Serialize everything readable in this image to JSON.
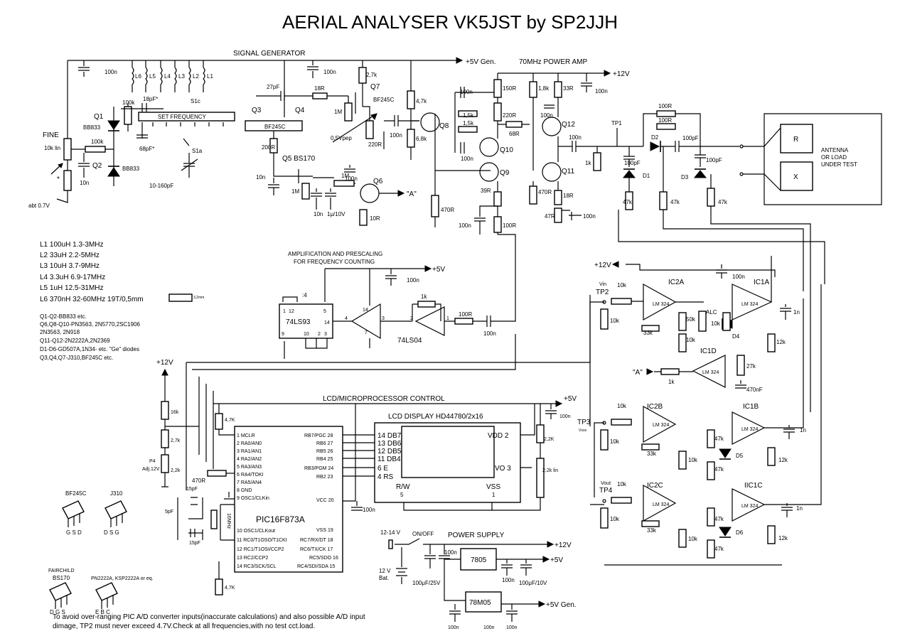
{
  "title": "AERIAL ANALYSER VK5JST by SP2JJH",
  "sections": {
    "signal_generator": "SIGNAL GENERATOR",
    "power_amp": "70MHz POWER AMP",
    "prescaler_line1": "AMPLIFICATION AND PRESCALING",
    "prescaler_line2": "FOR FREQUENCY COUNTING",
    "lcd_control": "LCD/MICROPROCESSOR CONTROL",
    "power_supply": "POWER SUPPLY",
    "set_frequency": "SET FREQUENCY"
  },
  "rails": {
    "p5v_gen": "+5V Gen.",
    "p12v": "+12V",
    "p5v": "+5V",
    "p12v_dc": "+12V"
  },
  "coil_table": [
    "L1 100uH 1.3-3MHz",
    "L2 33uH 2.2-5MHz",
    "L3 10uH 3.7-9MHz",
    "L4 3.3uH 6.9-17MHz",
    "L5 1uH 12.5-31MHz",
    "L6 370nH 32-60MHz  19T/0,5mm"
  ],
  "coil_form": "3,2mm",
  "parts_notes": [
    "Q1-Q2-BB833 etc.",
    "Q6,Q8-Q10-PN3563, 2N5770,2SC1906",
    "2N3563, 2N918",
    "Q11-Q12-2N2222A,2N2369",
    "D1-D6-GD507A,1N34- etc. \"Ge\" diodes",
    "Q3,Q4,Q7-J310,BF245C etc."
  ],
  "footnote": [
    "To avoid over-ranging PIC A/D converter inputs(inaccurate calculations) and also possible A/D input",
    "dimage, TP2 must never exceed 4.7V.Check at all frequencies,with no test cct.load."
  ],
  "antenna_label": [
    "ANTENNA",
    "OR LOAD",
    "UNDER TEST"
  ],
  "bridge": {
    "r": "R",
    "x": "X"
  },
  "generator_labels": {
    "fine": "FINE",
    "pot_fine": "10k lin",
    "abt": "abt 0.7V",
    "star": "*",
    "c100n_a": "100n",
    "c100k_a": "100k",
    "c100k_b": "100k",
    "c10n_a": "10n",
    "q1": "Q1",
    "q1_type": "BB833",
    "q2": "Q2",
    "q2_type": "BB833",
    "c18pf": "18pF*",
    "c68pf": "68pF*",
    "cap_var": "10-160pF",
    "s1c": "S1c",
    "s1a": "S1a",
    "l6": "L6",
    "l5": "L5",
    "l4": "L4",
    "l3": "L3",
    "l2": "L2",
    "l1": "L1",
    "c100n_b": "100n",
    "c27pf": "27pF",
    "r18r": "18R",
    "q3": "Q3",
    "q4": "Q4",
    "q3_type": "BF245C",
    "r200r": "200R",
    "q5": "Q5 BS170",
    "r1m_a": "1M",
    "r1m_b": "1M",
    "r1m_c": "1M",
    "c10n_b": "10n",
    "c10n_c": "10n",
    "c1u": "1μ/10V",
    "r10r": "10R",
    "c100n_c": "100n",
    "q6": "Q6",
    "a_out": "\"A\"",
    "r2k7": "2,7k",
    "q7": "Q7",
    "q7_type": "BF245C",
    "r220r_a": "220R",
    "vpep": "0,5Vpep",
    "c100n_d": "100n",
    "r4k7": "4,7k",
    "r6k8": "6,8k",
    "q8": "Q8"
  },
  "amp_labels": {
    "c100n_e": "100n",
    "r1k5_a": "1,5k",
    "r1k5_b": "1,5k",
    "c100n_f": "100n",
    "q10": "Q10",
    "q9": "Q9",
    "r150r": "150R",
    "r220r_b": "220R",
    "r68r": "68R",
    "r470r_a": "470R",
    "r39r": "39R",
    "c100n_g": "100n",
    "r100r_a": "100R",
    "r1k8": "1,8k",
    "r33r": "33R",
    "c100n_h": "100n",
    "c100n_i": "100n",
    "q12": "Q12",
    "q11": "Q11",
    "r470r_b": "470R",
    "r18r_b": "18R",
    "r47r": "47R",
    "c100n_j": "100n",
    "c100n_k": "100n",
    "r1k": "1k",
    "tp1": "TP1",
    "c100pf_a": "100pF",
    "d1": "D1",
    "d2": "D2",
    "r100r_b": "100R",
    "r100r_c": "100R",
    "c100pf_b": "100pF",
    "d3": "D3",
    "c100pf_c": "100pF",
    "r47k_a": "47k",
    "r47k_b": "47k",
    "r47k_c": "47k"
  },
  "prescaler_labels": {
    "div4": ":4",
    "ic_74ls93": "74LS93",
    "ic_74ls04": "74LS04",
    "c100n": "100n",
    "r1k": "1k",
    "r100r": "100R",
    "c100n_b": "100n",
    "pins": [
      "1",
      "12",
      "5",
      "14",
      "9",
      "10",
      "2",
      "3"
    ],
    "inv_pins": [
      "14",
      "4",
      "7",
      "3",
      "2",
      "1"
    ]
  },
  "detector_labels": {
    "vin": "Vin",
    "tp2": "TP2",
    "r10k_a": "10k",
    "r10k_b": "10k",
    "ic2a": "IC2A",
    "ic1a": "IC1A",
    "lm": "LM 324",
    "alc": "ALC",
    "r50k": "50k",
    "r33k_a": "33k",
    "r10k_c": "10k",
    "r10k_d": "10k",
    "d4": "D4",
    "r12k_a": "12k",
    "c1n_a": "1n",
    "ic1d": "IC1D",
    "a_in": "\"A\"",
    "r1k": "1k",
    "r27k": "27k",
    "c470nf": "470nF",
    "tp3": "TP3",
    "vsox": "Vsox",
    "ic2b": "IC2B",
    "ic1b": "IC1B",
    "r10k_e": "10k",
    "r10k_f": "10k",
    "r33k_b": "33k",
    "r10k_g": "10k",
    "r47k_d": "47k",
    "r47k_e": "47k",
    "d5": "D5",
    "r12k_b": "12k",
    "c1n_b": "1n",
    "vout": "Vout",
    "tp4": "TP4",
    "ic2c": "IC2C",
    "ic1c": "IIC1C",
    "r10k_h": "10k",
    "r10k_i": "10k",
    "r33k_c": "33k",
    "r10k_j": "10k",
    "r47k_f": "47k",
    "r47k_g": "47k",
    "d6": "D6",
    "r12k_c": "12k",
    "c1n_c": "1n"
  },
  "mcu": {
    "name": "PIC16F873A",
    "left_pins": [
      "1 MCLR",
      "2 RA0/AN0",
      "3 RA1/AN1",
      "4 RA2/AN2",
      "5 RA3/AN3",
      "6 RA4/TOKI",
      "7 RA5/AN4",
      "8 GND",
      "9 OSC1/CLKin",
      "10 OSC1/CLKout",
      "11 RC0/T1OSO/T1CKI",
      "12 RC1/T1OSI/CCP2",
      "13 RC2/CCP2",
      "14 RC3/SCK/SCL"
    ],
    "right_pins_top": [
      "RB7/PGC 28",
      "RB6 27",
      "RB5 26",
      "RB4 25",
      "RB3/PGM 24",
      "RB2 23"
    ],
    "vcc": "VCC 20",
    "right_pins_bottom": [
      "VSS 19",
      "RC7/RX/DT 18",
      "RC6/TX/CK 17",
      "RC5/SDO 16",
      "RC4/SDI/SDA 15"
    ],
    "r4k7_a": "4,7K",
    "r4k7_b": "4,7K",
    "r470r": "470R",
    "crystal": "16MHz",
    "c15pf_a": "15pF",
    "c15pf_b": "15pF",
    "c5pf": "5pF",
    "c100n": "100n",
    "p12v": "+12V",
    "r16k": "16k",
    "r2k7": "2,7k",
    "r2k2": "2,2k",
    "p4": "P4",
    "p4_adj": "Adj.12V"
  },
  "lcd": {
    "title": "LCD DISPLAY HD44780/2x16",
    "pins_left": [
      "14  DB7",
      "13  DB6",
      "12  DB5",
      "11  DB4",
      "6  E",
      "4  RS"
    ],
    "vdd": "VDD  2",
    "vo": "VO  3",
    "rw": "R/W",
    "rw_pin": "5",
    "vss": "VSS",
    "vss_pin": "1",
    "r2k2": "2,2K",
    "pot": "2,2k lin",
    "c100n": "100n"
  },
  "power": {
    "input": "12-14 V",
    "switch": "ON/OFF",
    "battery": "12 V",
    "battery2": "Bat.",
    "reg1": "7805",
    "reg2": "78M05",
    "c100n_a": "100n",
    "c100n_b": "100n",
    "c100n_c": "100n",
    "c100n_d": "100n",
    "c100n_e": "100n",
    "c100u25": "100μF/25V",
    "c100u10": "100μF/10V"
  },
  "transistors": {
    "bf245c": "BF245C",
    "bf245c_pins": "G S D",
    "j310": "J310",
    "j310_pins": "D S G",
    "bs170_maker": "FAIRCHILD",
    "bs170": "BS170",
    "bs170_pins": "D G S",
    "pn2222": "PN2222A, KSP2222A or eq.",
    "pn2222_pins": "E B C"
  }
}
